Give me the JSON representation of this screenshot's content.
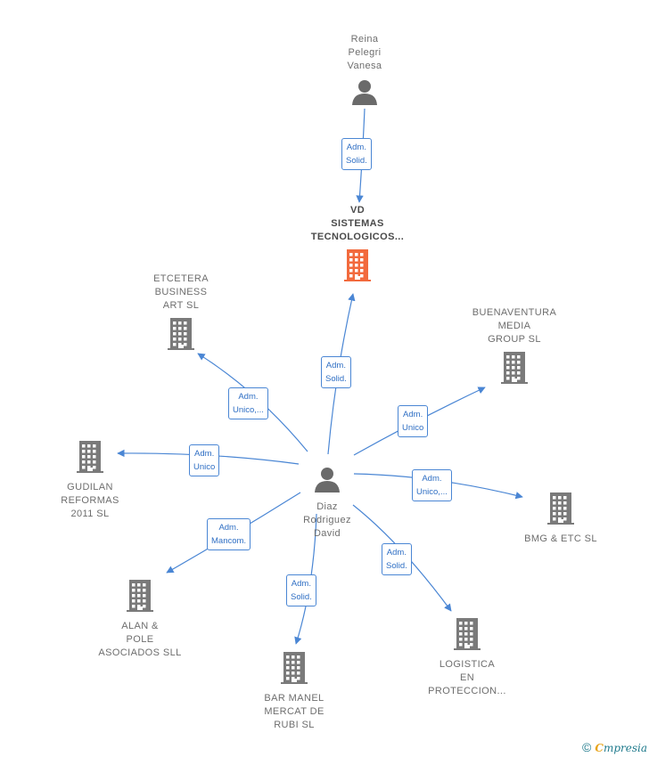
{
  "colors": {
    "edge": "#4a86d4",
    "building": "#7a7a7a",
    "building_main": "#f26a3d",
    "person": "#6a6a6a"
  },
  "nodes": [
    {
      "id": "reina",
      "label": "Reina\nPelegri\nVanesa",
      "icon": "person-icon"
    },
    {
      "id": "vd",
      "label": "VD\nSISTEMAS\nTECNOLOGICOS...",
      "icon": "building-icon",
      "main": true
    },
    {
      "id": "etcetera",
      "label": "ETCETERA\nBUSINESS\nART  SL",
      "icon": "building-icon"
    },
    {
      "id": "buenaventura",
      "label": "BUENAVENTURA\nMEDIA\nGROUP  SL",
      "icon": "building-icon"
    },
    {
      "id": "gudilan",
      "label": "GUDILAN\nREFORMAS\n2011 SL",
      "icon": "building-icon"
    },
    {
      "id": "diaz",
      "label": "Diaz\nRodriguez\nDavid",
      "icon": "person-icon"
    },
    {
      "id": "bmg",
      "label": "BMG & ETC  SL",
      "icon": "building-icon"
    },
    {
      "id": "alan",
      "label": "ALAN &\nPOLE\nASOCIADOS SLL",
      "icon": "building-icon"
    },
    {
      "id": "barmanel",
      "label": "BAR MANEL\nMERCAT DE\nRUBI  SL",
      "icon": "building-icon"
    },
    {
      "id": "logistica",
      "label": "LOGISTICA\nEN\nPROTECCION...",
      "icon": "building-icon"
    }
  ],
  "edges": [
    {
      "from": "reina",
      "to": "vd",
      "label": "Adm.\nSolid."
    },
    {
      "from": "diaz",
      "to": "vd",
      "label": "Adm.\nSolid."
    },
    {
      "from": "diaz",
      "to": "etcetera",
      "label": "Adm.\nUnico,..."
    },
    {
      "from": "diaz",
      "to": "buenaventura",
      "label": "Adm.\nUnico"
    },
    {
      "from": "diaz",
      "to": "gudilan",
      "label": "Adm.\nUnico"
    },
    {
      "from": "diaz",
      "to": "bmg",
      "label": "Adm.\nUnico,..."
    },
    {
      "from": "diaz",
      "to": "alan",
      "label": "Adm.\nMancom."
    },
    {
      "from": "diaz",
      "to": "barmanel",
      "label": "Adm.\nSolid."
    },
    {
      "from": "diaz",
      "to": "logistica",
      "label": "Adm.\nSolid."
    }
  ],
  "brand": {
    "copyright": "©",
    "e": "C",
    "rest": "mpresia"
  }
}
